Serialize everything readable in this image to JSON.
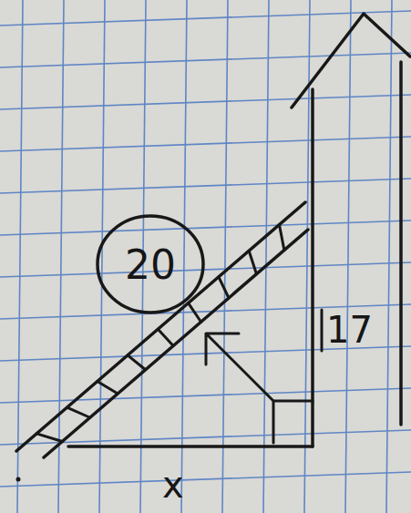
{
  "diagram": {
    "nodes": [
      {
        "text": [
          "20"
        ]
      }
    ],
    "labels": [
      "17",
      "x"
    ]
  }
}
